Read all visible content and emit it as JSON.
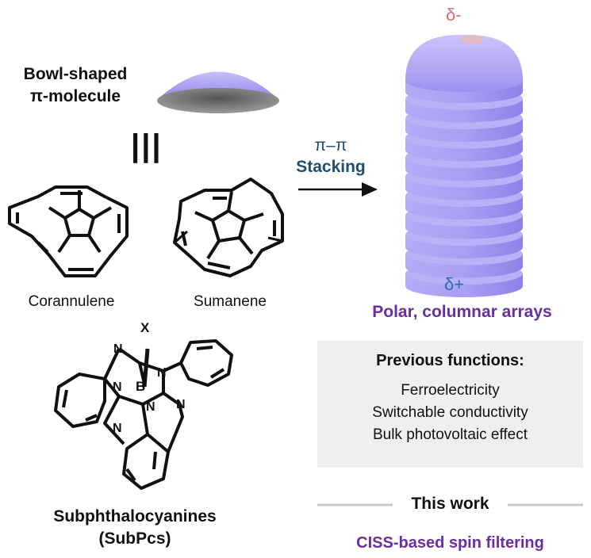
{
  "bowl": {
    "label_line1": "Bowl-shaped",
    "label_line2": "π-molecule",
    "equivalence_symbol": "|||"
  },
  "molecules": {
    "corannulene": "Corannulene",
    "sumanene": "Sumanene",
    "subpc_atoms": {
      "x": "X",
      "b": "B",
      "n": "N"
    },
    "subpc_line1": "Subphthalocyanines",
    "subpc_line2": "(SubPcs)"
  },
  "arrow": {
    "line1": "π–π",
    "line2": "Stacking"
  },
  "column": {
    "delta_minus": "δ-",
    "delta_plus": "δ+",
    "caption": "Polar, columnar arrays"
  },
  "previous": {
    "title": "Previous functions:",
    "items": [
      "Ferroelectricity",
      "Switchable conductivity",
      "Bulk photovoltaic effect"
    ]
  },
  "this_work": {
    "label": "This work",
    "result": "CISS-based spin filtering"
  },
  "colors": {
    "delta_minus": "#e06a6a",
    "delta_plus": "#2f6fa6",
    "stacking": "#1d4e6e",
    "purple_text": "#6b2ea0",
    "disc": "#a89cf2",
    "box": "#efefef"
  }
}
